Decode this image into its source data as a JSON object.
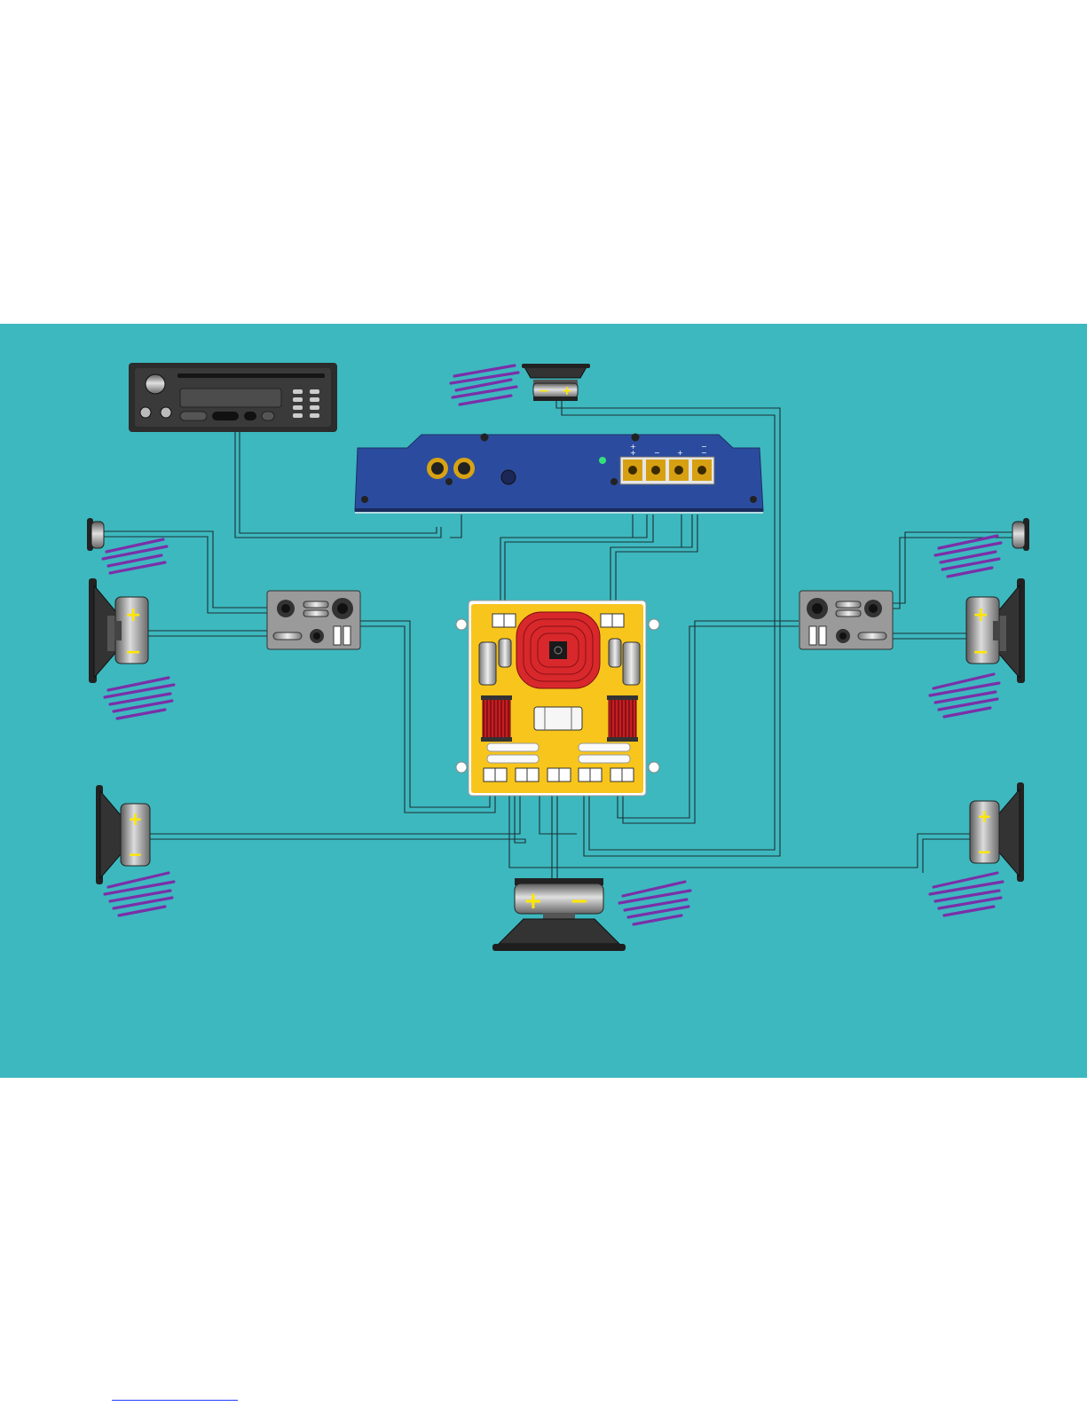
{
  "colors": {
    "background": "#3db8bf",
    "amplifier": "#2b4c9e",
    "crossover_board": "#f7c51c",
    "coil": "#d8282c",
    "scribble": "#7b2fa8",
    "terminal_label": "#ffe600",
    "head_unit": "#3a3a3a"
  },
  "components": {
    "head_unit": "head-unit",
    "amplifier": "amplifier",
    "crossover": "passive-crossover",
    "subwoofer": "subwoofer",
    "center_speaker": "center-speaker",
    "left_tweeter": "left-tweeter",
    "right_tweeter": "right-tweeter",
    "left_front_woofer": "left-front-woofer",
    "right_front_woofer": "right-front-woofer",
    "left_rear_woofer": "left-rear-woofer",
    "right_rear_woofer": "right-rear-woofer",
    "left_crossover_module": "left-crossover-module",
    "right_crossover_module": "right-crossover-module"
  },
  "terminals": {
    "plus": "+",
    "minus": "−"
  },
  "icons": {
    "scribble": "redacted-label-scribble",
    "speaker": "speaker-icon",
    "rca": "rca-jack-icon"
  }
}
